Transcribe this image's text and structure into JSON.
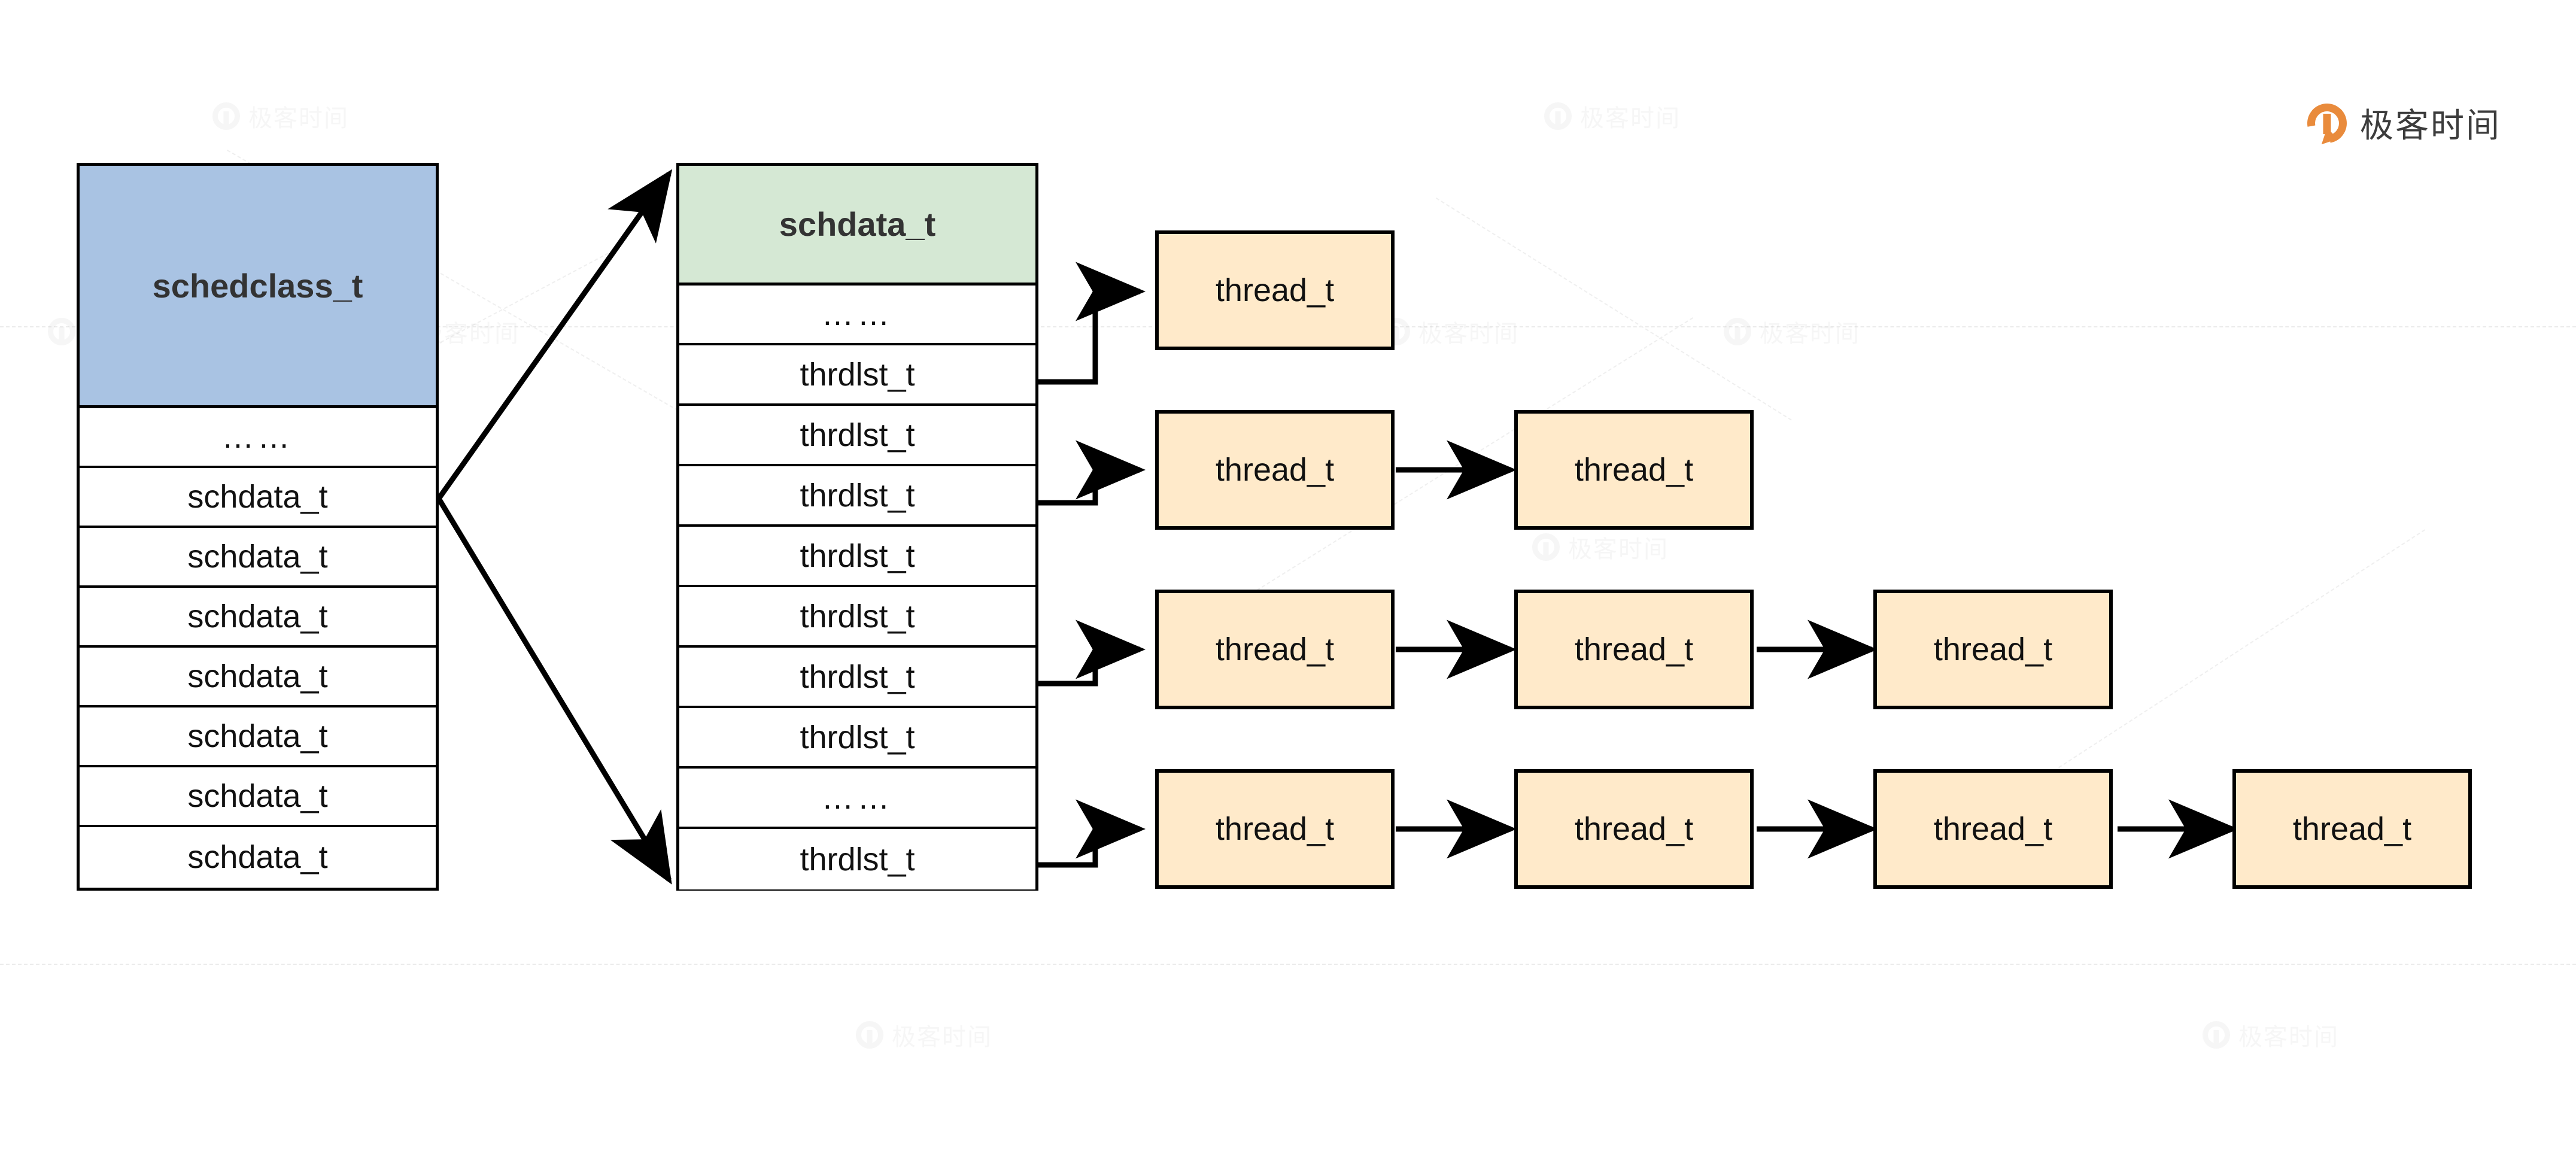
{
  "brand": {
    "name": "极客时间",
    "logo_icon": "geektime-logo-icon",
    "accent_color": "#e98b3c"
  },
  "watermark": {
    "text": "极客时间",
    "icon": "geektime-watermark-icon"
  },
  "colors": {
    "schedclass_header": "#a9c3e3",
    "schdata_header": "#d5e8d4",
    "thread_fill": "#ffeaca",
    "stroke": "#000000",
    "page_background": "#ffffff"
  },
  "diagram": {
    "type": "data-structure-diagram",
    "title": "",
    "tables": [
      {
        "id": "schedclass",
        "header": "schedclass_t",
        "header_color": "#a9c3e3",
        "rows": [
          "……",
          "schdata_t",
          "schdata_t",
          "schdata_t",
          "schdata_t",
          "schdata_t",
          "schdata_t",
          "schdata_t"
        ]
      },
      {
        "id": "schdata",
        "header": "schdata_t",
        "header_color": "#d5e8d4",
        "rows": [
          "……",
          "thrdlst_t",
          "thrdlst_t",
          "thrdlst_t",
          "thrdlst_t",
          "thrdlst_t",
          "thrdlst_t",
          "thrdlst_t",
          "……",
          "thrdlst_t"
        ]
      }
    ],
    "thread_label": "thread_t",
    "thread_lists": [
      {
        "from_row": 2,
        "nodes": [
          "thread_t"
        ]
      },
      {
        "from_row": 4,
        "nodes": [
          "thread_t",
          "thread_t"
        ]
      },
      {
        "from_row": 7,
        "nodes": [
          "thread_t",
          "thread_t",
          "thread_t"
        ]
      },
      {
        "from_row": 10,
        "nodes": [
          "thread_t",
          "thread_t",
          "thread_t",
          "thread_t"
        ]
      }
    ],
    "links": [
      {
        "from": "schedclass.schdata_t",
        "to": "schdata.header",
        "style": "diagonal-arrow"
      },
      {
        "from": "schedclass.schdata_t",
        "to": "schdata.last_row",
        "style": "diagonal-arrow"
      },
      {
        "from": "schdata.thrdlst_t",
        "to": "thread_list",
        "style": "elbow-arrow"
      },
      {
        "from": "thread_t",
        "to": "thread_t",
        "style": "straight-arrow"
      }
    ]
  }
}
